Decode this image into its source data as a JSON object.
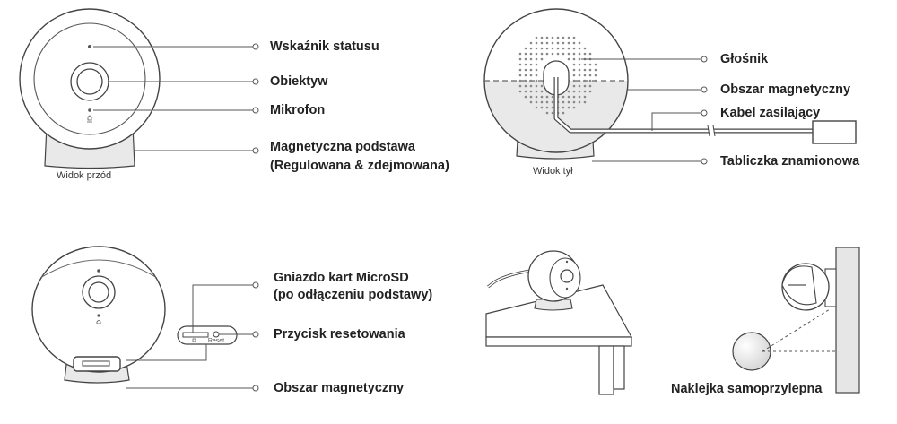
{
  "front_view": {
    "caption": "Widok przód",
    "labels": {
      "status": "Wskaźnik statusu",
      "lens": "Obiektyw",
      "mic": "Mikrofon",
      "base_line1": "Magnetyczna podstawa",
      "base_line2": "(Regulowana & zdejmowana)"
    }
  },
  "back_view": {
    "caption": "Widok tył",
    "labels": {
      "speaker": "Głośnik",
      "magnetic_area": "Obszar magnetyczny",
      "power_cable": "Kabel zasilający",
      "nameplate": "Tabliczka znamionowa"
    }
  },
  "bottom_view": {
    "reset_text": "Reset",
    "labels": {
      "sd_line1": "Gniazdo kart MicroSD",
      "sd_line2": "(po odłączeniu podstawy)",
      "reset": "Przycisk resetowania",
      "magnetic_area": "Obszar magnetyczny"
    }
  },
  "mounting": {
    "sticker_label": "Naklejka samoprzylepna"
  },
  "colors": {
    "line": "#555555",
    "outline": "#444444",
    "fill_gray": "#e9e9e9",
    "text": "#222222"
  }
}
